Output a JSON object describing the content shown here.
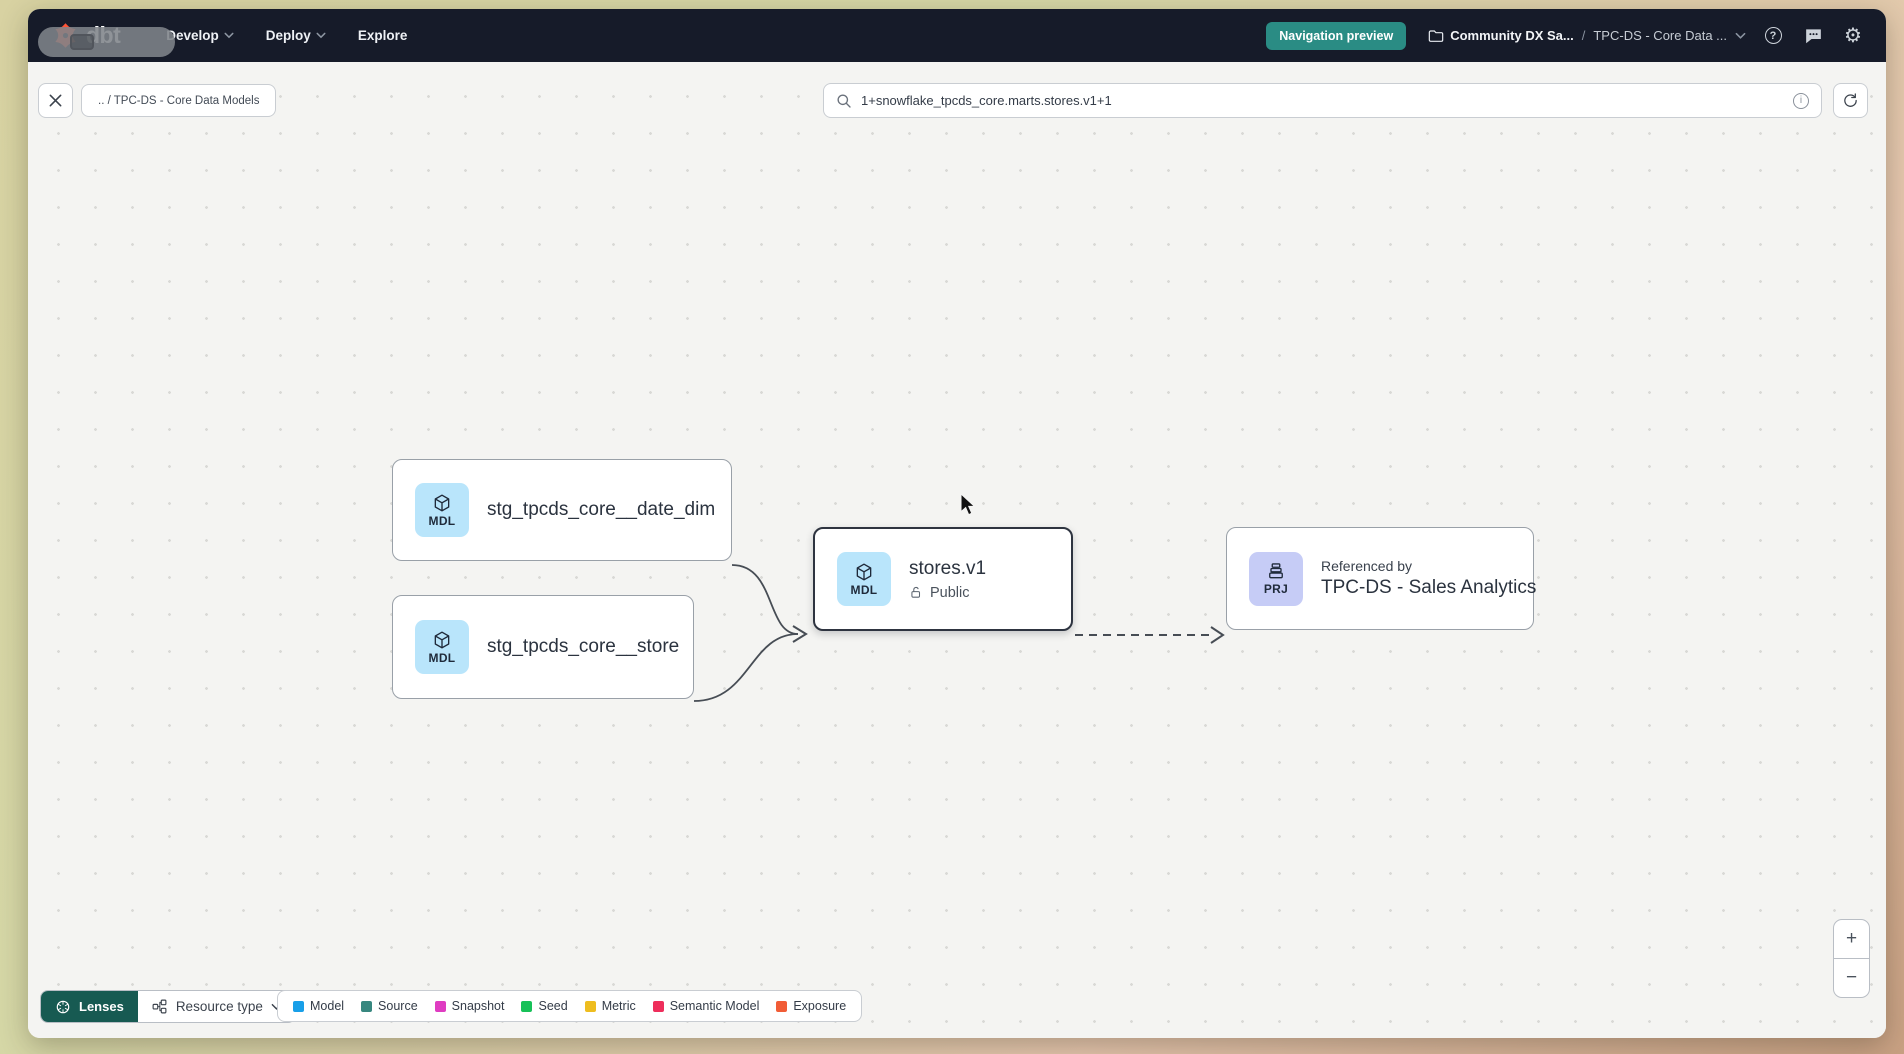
{
  "header": {
    "logo": "dbt",
    "nav_items": [
      {
        "label": "Develop"
      },
      {
        "label": "Deploy"
      },
      {
        "label": "Explore"
      }
    ],
    "preview_badge": "Navigation preview",
    "breadcrumb": {
      "project": "Community DX Sa...",
      "separator": "/",
      "section": "TPC-DS - Core Data ..."
    }
  },
  "toolbar": {
    "path_chip": ".. / TPC-DS - Core Data Models",
    "search": {
      "value": "1+snowflake_tpcds_core.marts.stores.v1+1"
    }
  },
  "graph": {
    "nodes": {
      "date_dim": {
        "badge": "MDL",
        "label": "stg_tpcds_core__date_dim"
      },
      "store": {
        "badge": "MDL",
        "label": "stg_tpcds_core__store"
      },
      "stores_v1": {
        "badge": "MDL",
        "label": "stores.v1",
        "access": "Public"
      },
      "sales_analytics": {
        "badge": "PRJ",
        "kicker": "Referenced by",
        "label": "TPC-DS - Sales Analytics"
      }
    }
  },
  "footer": {
    "lenses": "Lenses",
    "resource_type": "Resource type",
    "legend": [
      {
        "label": "Model",
        "color": "#189fe8"
      },
      {
        "label": "Source",
        "color": "#37877f"
      },
      {
        "label": "Snapshot",
        "color": "#df3cc1"
      },
      {
        "label": "Seed",
        "color": "#17c158"
      },
      {
        "label": "Metric",
        "color": "#eebd1f"
      },
      {
        "label": "Semantic Model",
        "color": "#ee2e5b"
      },
      {
        "label": "Exposure",
        "color": "#f15c36"
      }
    ]
  },
  "zoom_controls": {
    "zoom_in": "+",
    "zoom_out": "−"
  },
  "colors": {
    "accent_teal": "#2a8c84",
    "header_bg": "#161b29",
    "dbt_orange": "#ff5436"
  }
}
